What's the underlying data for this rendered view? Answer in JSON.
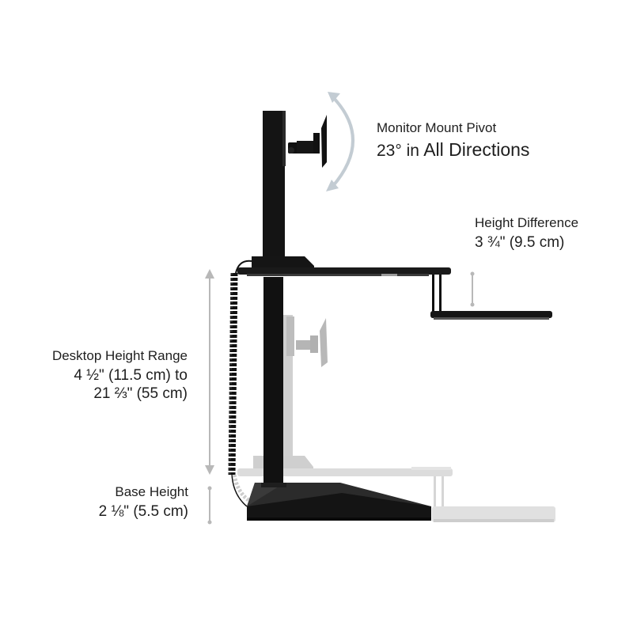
{
  "diagram": {
    "subject": "sit-stand desk converter side profile",
    "colors": {
      "product": "#111111",
      "ghost": "#cfcfcf",
      "ghost_dark": "#a9a9a9",
      "annotation": "#b8b8b8",
      "pivot_arrow": "#c3ccd3",
      "text": "#1e1e1e"
    }
  },
  "annotations": {
    "monitor_pivot": {
      "title": "Monitor Mount Pivot",
      "value_prefix": "23° in",
      "value_emph": "All Directions"
    },
    "height_difference": {
      "title": "Height Difference",
      "value": "3 ¾\" (9.5 cm)"
    },
    "desktop_height_range": {
      "title": "Desktop Height Range",
      "value_line1": "4 ½\" (11.5 cm) to",
      "value_line2": "21 ⅔\" (55 cm)"
    },
    "base_height": {
      "title": "Base Height",
      "value": "2 ⅛\" (5.5 cm)"
    }
  }
}
